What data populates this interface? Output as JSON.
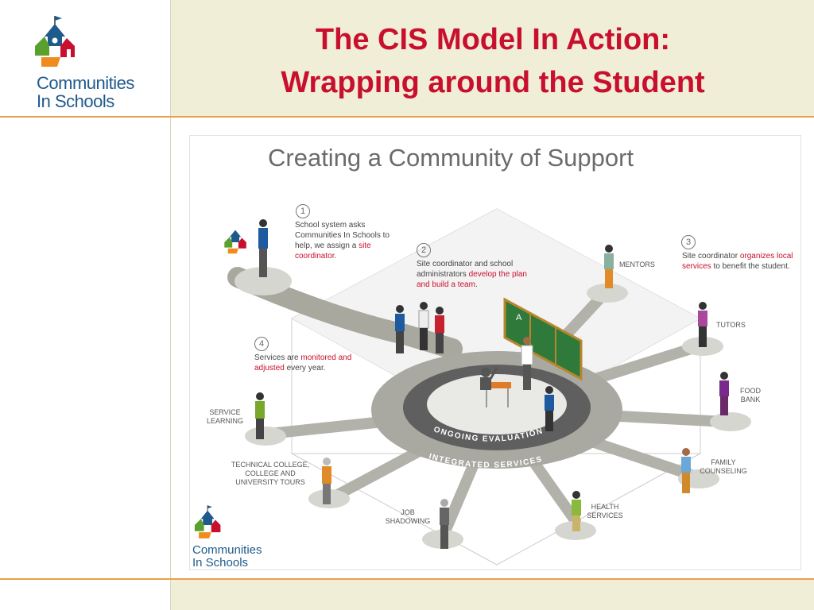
{
  "slide": {
    "title_line1": "The CIS Model In Action:",
    "title_line2": "Wrapping around the Student"
  },
  "logo": {
    "line1": "Communities",
    "line2": "In Schools"
  },
  "diagram": {
    "heading": "Creating a Community of Support",
    "steps": [
      {
        "num": "1",
        "pre": "School system asks Communities In Schools to help, we assign a ",
        "highlight": "site coordinator",
        "post": "."
      },
      {
        "num": "2",
        "pre": "Site coordinator and school administrators ",
        "highlight": "develop the plan and build a team",
        "post": "."
      },
      {
        "num": "3",
        "pre": "Site coordinator ",
        "highlight": "organizes local services",
        "post": " to benefit the student."
      },
      {
        "num": "4",
        "pre": "Services are ",
        "highlight": "monitored and adjusted",
        "post": " every year."
      }
    ],
    "services": [
      {
        "line1": "MENTORS",
        "line2": ""
      },
      {
        "line1": "TUTORS",
        "line2": ""
      },
      {
        "line1": "FOOD",
        "line2": "BANK"
      },
      {
        "line1": "FAMILY",
        "line2": "COUNSELING"
      },
      {
        "line1": "HEALTH",
        "line2": "SERVICES"
      },
      {
        "line1": "JOB",
        "line2": "SHADOWING"
      },
      {
        "line1": "TECHNICAL COLLEGE,",
        "line2": "COLLEGE AND",
        "line3": "UNIVERSITY TOURS"
      },
      {
        "line1": "SERVICE",
        "line2": "LEARNING"
      }
    ],
    "ring_inner": "ONGOING EVALUATION",
    "ring_outer": "INTEGRATED SERVICES",
    "board_letter": "A",
    "logo": {
      "line1": "Communities",
      "line2": "In Schools"
    }
  },
  "colors": {
    "title_red": "#c8102e",
    "band": "#f1eed8",
    "rule": "#e8a04a",
    "brand_blue": "#1e5a8c"
  }
}
